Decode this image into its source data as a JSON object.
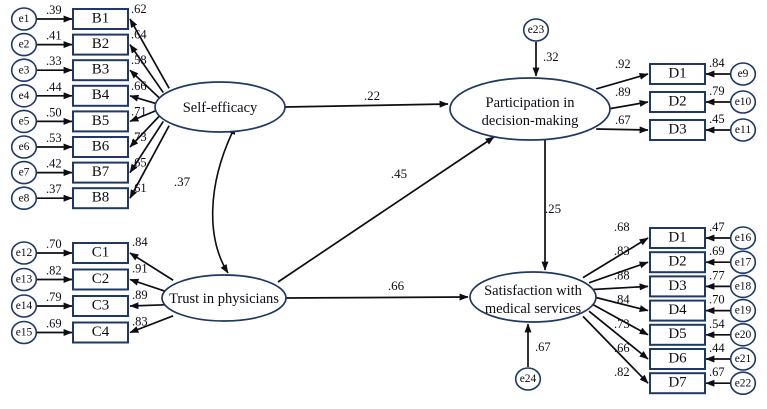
{
  "figure": {
    "type": "structural-equation-model-path-diagram",
    "stroke_color": "#1f3864",
    "line_color": "#0d0d14",
    "background": "#ffffff"
  },
  "latent_variables": [
    {
      "id": "self_efficacy",
      "label": "Self-efficacy"
    },
    {
      "id": "trust",
      "label": "Trust in physicians"
    },
    {
      "id": "participation",
      "label_line1": "Participation in",
      "label_line2": "decision-making"
    },
    {
      "id": "satisfaction",
      "label_line1": "Satisfaction with",
      "label_line2": "medical services"
    }
  ],
  "self_efficacy_block": {
    "indicators": [
      {
        "box": "B1",
        "error": "e1",
        "error_value": ".39",
        "loading": ".62"
      },
      {
        "box": "B2",
        "error": "e2",
        "error_value": ".41",
        "loading": ".64"
      },
      {
        "box": "B3",
        "error": "e3",
        "error_value": ".33",
        "loading": ".58"
      },
      {
        "box": "B4",
        "error": "e4",
        "error_value": ".44",
        "loading": ".66"
      },
      {
        "box": "B5",
        "error": "e5",
        "error_value": ".50",
        "loading": ".71"
      },
      {
        "box": "B6",
        "error": "e6",
        "error_value": ".53",
        "loading": ".73"
      },
      {
        "box": "B7",
        "error": "e7",
        "error_value": ".42",
        "loading": ".65"
      },
      {
        "box": "B8",
        "error": "e8",
        "error_value": ".37",
        "loading": ".61"
      }
    ]
  },
  "trust_block": {
    "indicators": [
      {
        "box": "C1",
        "error": "e12",
        "error_value": ".70",
        "loading": ".84"
      },
      {
        "box": "C2",
        "error": "e13",
        "error_value": ".82",
        "loading": ".91"
      },
      {
        "box": "C3",
        "error": "e14",
        "error_value": ".79",
        "loading": ".89"
      },
      {
        "box": "C4",
        "error": "e15",
        "error_value": ".69",
        "loading": ".83"
      }
    ]
  },
  "participation_block": {
    "indicators": [
      {
        "box": "D1",
        "error": "e9",
        "error_value": ".84",
        "loading": ".92"
      },
      {
        "box": "D2",
        "error": "e10",
        "error_value": ".79",
        "loading": ".89"
      },
      {
        "box": "D3",
        "error": "e11",
        "error_value": ".45",
        "loading": ".67"
      }
    ]
  },
  "satisfaction_block": {
    "indicators": [
      {
        "box": "D1",
        "error": "e16",
        "error_value": ".47",
        "loading": ".68"
      },
      {
        "box": "D2",
        "error": "e17",
        "error_value": ".69",
        "loading": ".83"
      },
      {
        "box": "D3",
        "error": "e18",
        "error_value": ".77",
        "loading": ".88"
      },
      {
        "box": "D4",
        "error": "e19",
        "error_value": ".70",
        "loading": ".84"
      },
      {
        "box": "D5",
        "error": "e20",
        "error_value": ".54",
        "loading": ".73"
      },
      {
        "box": "D6",
        "error": "e21",
        "error_value": ".44",
        "loading": ".66"
      },
      {
        "box": "D7",
        "error": "e22",
        "error_value": ".67",
        "loading": ".82"
      }
    ]
  },
  "disturbances": [
    {
      "id": "e23",
      "label": "e23",
      "value": ".32",
      "target": "participation"
    },
    {
      "id": "e24",
      "label": "e24",
      "value": ".67",
      "target": "satisfaction"
    }
  ],
  "structural_paths": [
    {
      "from": "self_efficacy",
      "to": "participation",
      "value": ".22",
      "kind": "directed"
    },
    {
      "from": "trust",
      "to": "participation",
      "value": ".45",
      "kind": "directed"
    },
    {
      "from": "trust",
      "to": "satisfaction",
      "value": ".66",
      "kind": "directed"
    },
    {
      "from": "participation",
      "to": "satisfaction",
      "value": ".25",
      "kind": "directed"
    },
    {
      "from": "self_efficacy",
      "to": "trust",
      "value": ".37",
      "kind": "covariance"
    }
  ]
}
